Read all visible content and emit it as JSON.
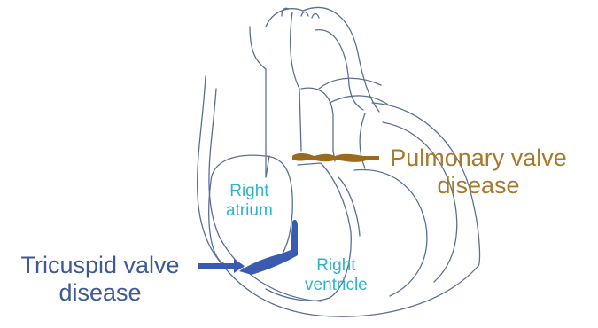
{
  "labels": {
    "right_atrium": [
      "Right",
      "atrium"
    ],
    "right_ventricle": [
      "Right",
      "ventricle"
    ],
    "tricuspid": [
      "Tricuspid valve",
      "disease"
    ],
    "pulmonary": [
      "Pulmonary valve",
      "disease"
    ]
  },
  "colors": {
    "outline": "#5b6f95",
    "tricuspid_valve": "#3b5bb0",
    "pulmonary_valve": "#9a6a1e",
    "chamber_label": "#2fb4cc",
    "tricuspid_label": "#3d5a98",
    "pulmonary_label": "#a8792b"
  }
}
